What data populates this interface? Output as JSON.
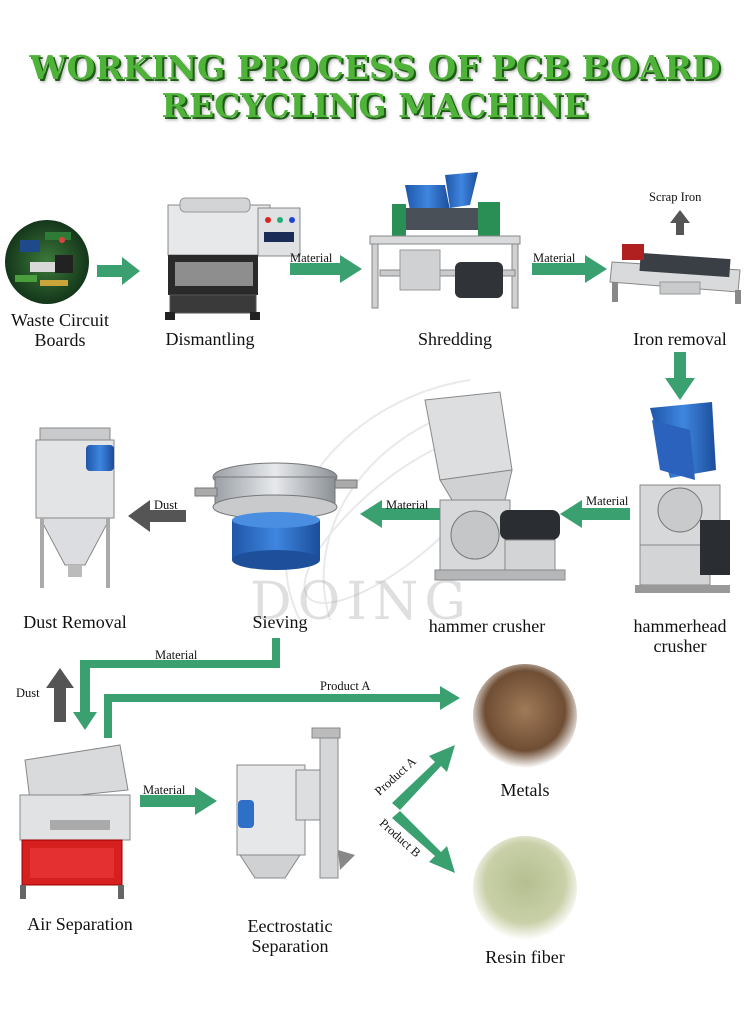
{
  "title_line1": "WORKING PROCESS OF PCB BOARD",
  "title_line2": "RECYCLING MACHINE",
  "watermark": "DOING",
  "stages": {
    "waste": {
      "line1": "Waste Circuit",
      "line2": "Boards"
    },
    "dismantling": "Dismantling",
    "shredding": "Shredding",
    "iron_removal": "Iron removal",
    "hammerhead": {
      "line1": "hammerhead",
      "line2": "crusher"
    },
    "hammer_crusher": "hammer crusher",
    "sieving": "Sieving",
    "dust_removal": "Dust Removal",
    "air_separation": "Air Separation",
    "electrostatic": {
      "line1": "Eectrostatic",
      "line2": "Separation"
    },
    "metals": "Metals",
    "resin": "Resin fiber"
  },
  "flow_labels": {
    "material": "Material",
    "scrap_iron": "Scrap Iron",
    "dust": "Dust",
    "product_a": "Product A",
    "product_b": "Product B"
  },
  "colors": {
    "title": "#4fb33a",
    "arrow_green": "#3aa070",
    "arrow_grey": "#555555",
    "machine_blue": "#2e6fc7",
    "machine_red": "#d42020"
  }
}
